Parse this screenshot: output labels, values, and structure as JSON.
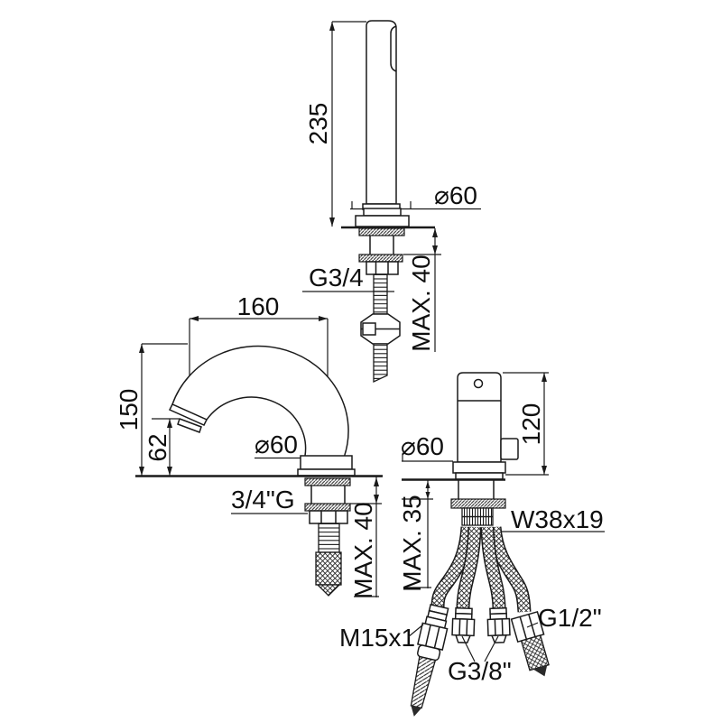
{
  "meta": {
    "drawing_type": "bath mixer installation dimensions",
    "background": "#ffffff",
    "line_color": "#1a1a1a"
  },
  "handshower": {
    "height": "235",
    "flange_diameter": "⌀60",
    "hose_thread": "G3/4",
    "max_deck_thickness": "MAX. 40"
  },
  "spout": {
    "reach": "160",
    "height": "150",
    "outlet_height": "62",
    "flange_diameter": "⌀60",
    "thread": "3/4\"G",
    "max_deck_thickness": "MAX. 40"
  },
  "mixer": {
    "height": "120",
    "flange_diameter": "⌀60",
    "max_deck_thickness": "MAX. 35",
    "mounting_thread": "W38x19",
    "handshower_hose_thread": "M15x1",
    "supply_hose_thread": "G3/8\"",
    "outlet_hose_thread": "G1/2\""
  }
}
